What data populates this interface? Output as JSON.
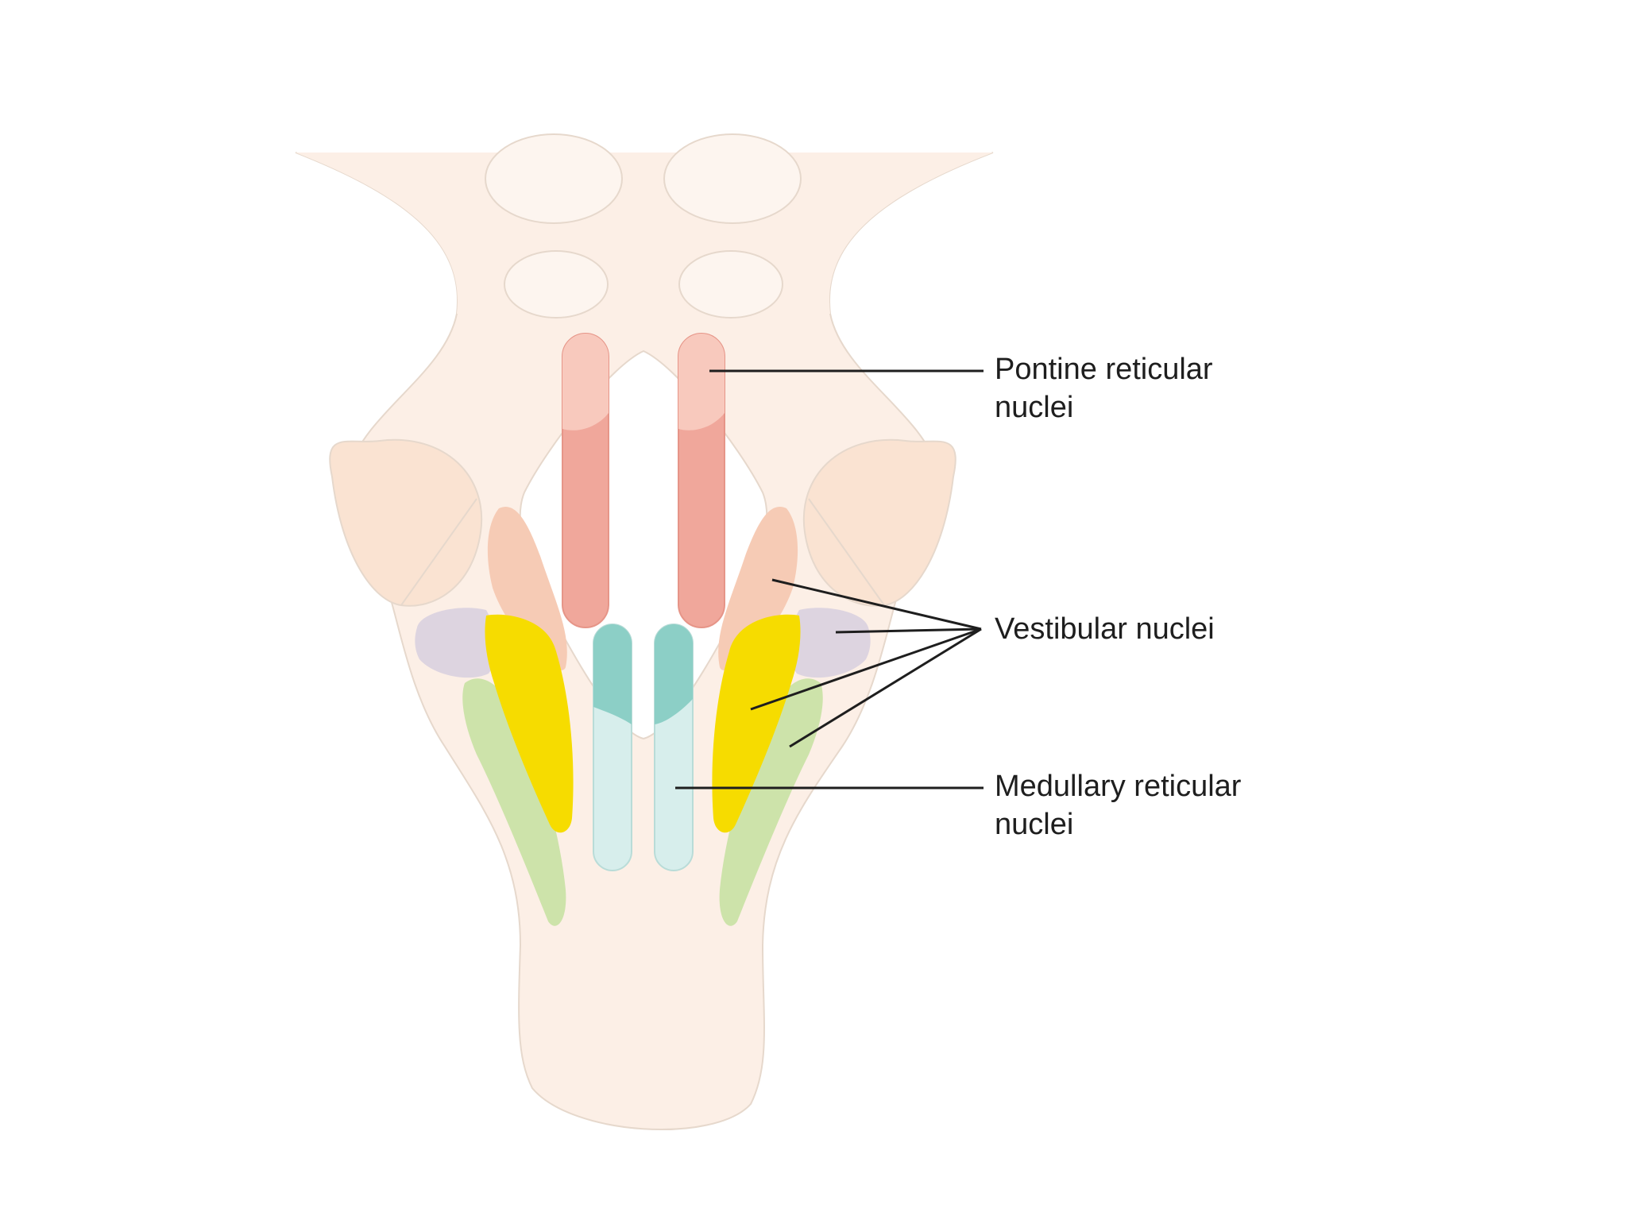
{
  "labels": {
    "pontine": {
      "line1": "Pontine reticular",
      "line2": "nuclei"
    },
    "vestibular": {
      "line1": "Vestibular nuclei"
    },
    "medullary": {
      "line1": "Medullary reticular",
      "line2": "nuclei"
    }
  },
  "colors": {
    "background": "#ffffff",
    "brainstem_fill": "#fcefe6",
    "outline": "#e6d8cc",
    "pontine_reticular": "#f0a79b",
    "pontine_reticular_upper": "#f8c9bd",
    "vestibular_orange": "#f6cbb5",
    "vestibular_purple": "#ddd4e0",
    "vestibular_yellow": "#f6dc00",
    "vestibular_green": "#cde3aa",
    "medullary_upper": "#8ccfc6",
    "medullary_lower": "#d7eeec",
    "leader_line": "#1e1e1e"
  }
}
